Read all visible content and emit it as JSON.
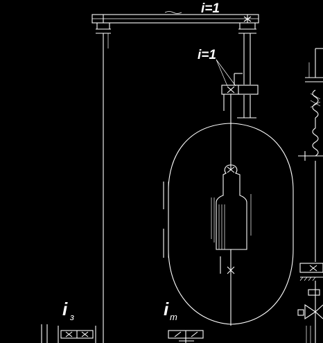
{
  "labels": {
    "top_ratio": "i=1",
    "mid_ratio": "i=1",
    "i_z_main": "i",
    "i_z_sub": "з",
    "i_t_main": "i",
    "i_t_sub": "т"
  },
  "colors": {
    "background": "#000000",
    "line": "#ffffff"
  }
}
